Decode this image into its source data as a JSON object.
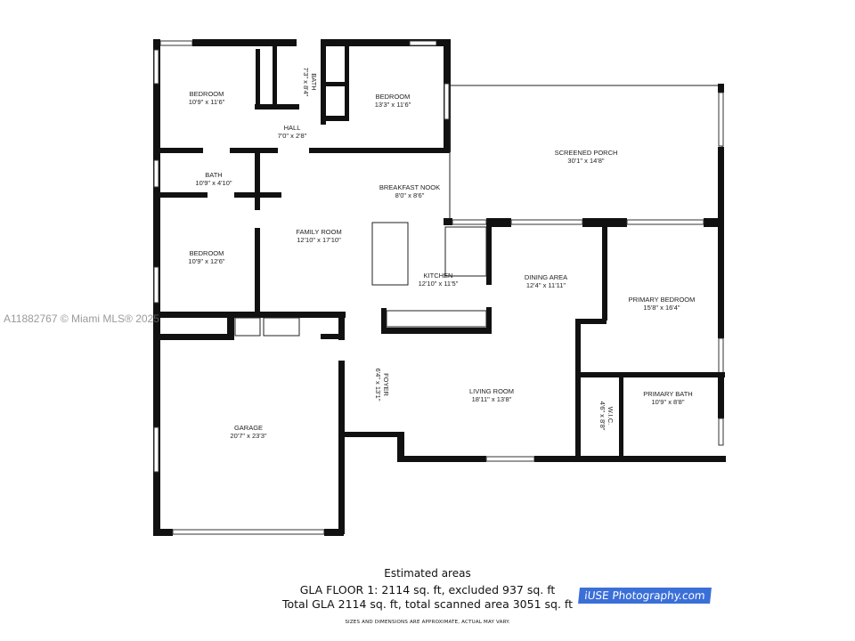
{
  "rooms": {
    "bedroom1": {
      "name": "BEDROOM",
      "dims": "10'9\" x 11'6\""
    },
    "bath1": {
      "name": "BATH",
      "dims": "7'3\" x 8'4\""
    },
    "bedroom2": {
      "name": "BEDROOM",
      "dims": "13'3\" x 11'6\""
    },
    "hall": {
      "name": "HALL",
      "dims": "7'0\" x 2'8\""
    },
    "bath2": {
      "name": "BATH",
      "dims": "10'9\" x 4'10\""
    },
    "breakfast_nook": {
      "name": "BREAKFAST NOOK",
      "dims": "8'0\" x 8'6\""
    },
    "screened_porch": {
      "name": "SCREENED PORCH",
      "dims": "30'1\" x 14'8\""
    },
    "family_room": {
      "name": "FAMILY ROOM",
      "dims": "12'10\" x 17'10\""
    },
    "bedroom3": {
      "name": "BEDROOM",
      "dims": "10'9\" x 12'6\""
    },
    "kitchen": {
      "name": "KITCHEN",
      "dims": "12'10\" x 11'5\""
    },
    "dining_area": {
      "name": "DINING AREA",
      "dims": "12'4\" x 11'11\""
    },
    "primary_bedroom": {
      "name": "PRIMARY BEDROOM",
      "dims": "15'8\" x 16'4\""
    },
    "foyer": {
      "name": "FOYER",
      "dims": "6'4\" x 13'1\""
    },
    "living_room": {
      "name": "LIVING ROOM",
      "dims": "18'11\" x 13'8\""
    },
    "wic": {
      "name": "W.I.C.",
      "dims": "4'6\" x 8'8\""
    },
    "primary_bath": {
      "name": "PRIMARY BATH",
      "dims": "10'9\" x 8'8\""
    },
    "garage": {
      "name": "GARAGE",
      "dims": "20'7\" x 23'3\""
    }
  },
  "watermark": "A11882767 © Miami MLS® 2025",
  "footer": {
    "heading": "Estimated areas",
    "line1": "GLA FLOOR 1: 2114 sq. ft, excluded 937 sq. ft",
    "line2": "Total GLA 2114 sq. ft, total scanned area 3051 sq. ft",
    "disclaimer": "SIZES AND DIMENSIONS ARE APPROXIMATE, ACTUAL MAY VARY."
  },
  "brand_logo": "iUSE Photography.com"
}
